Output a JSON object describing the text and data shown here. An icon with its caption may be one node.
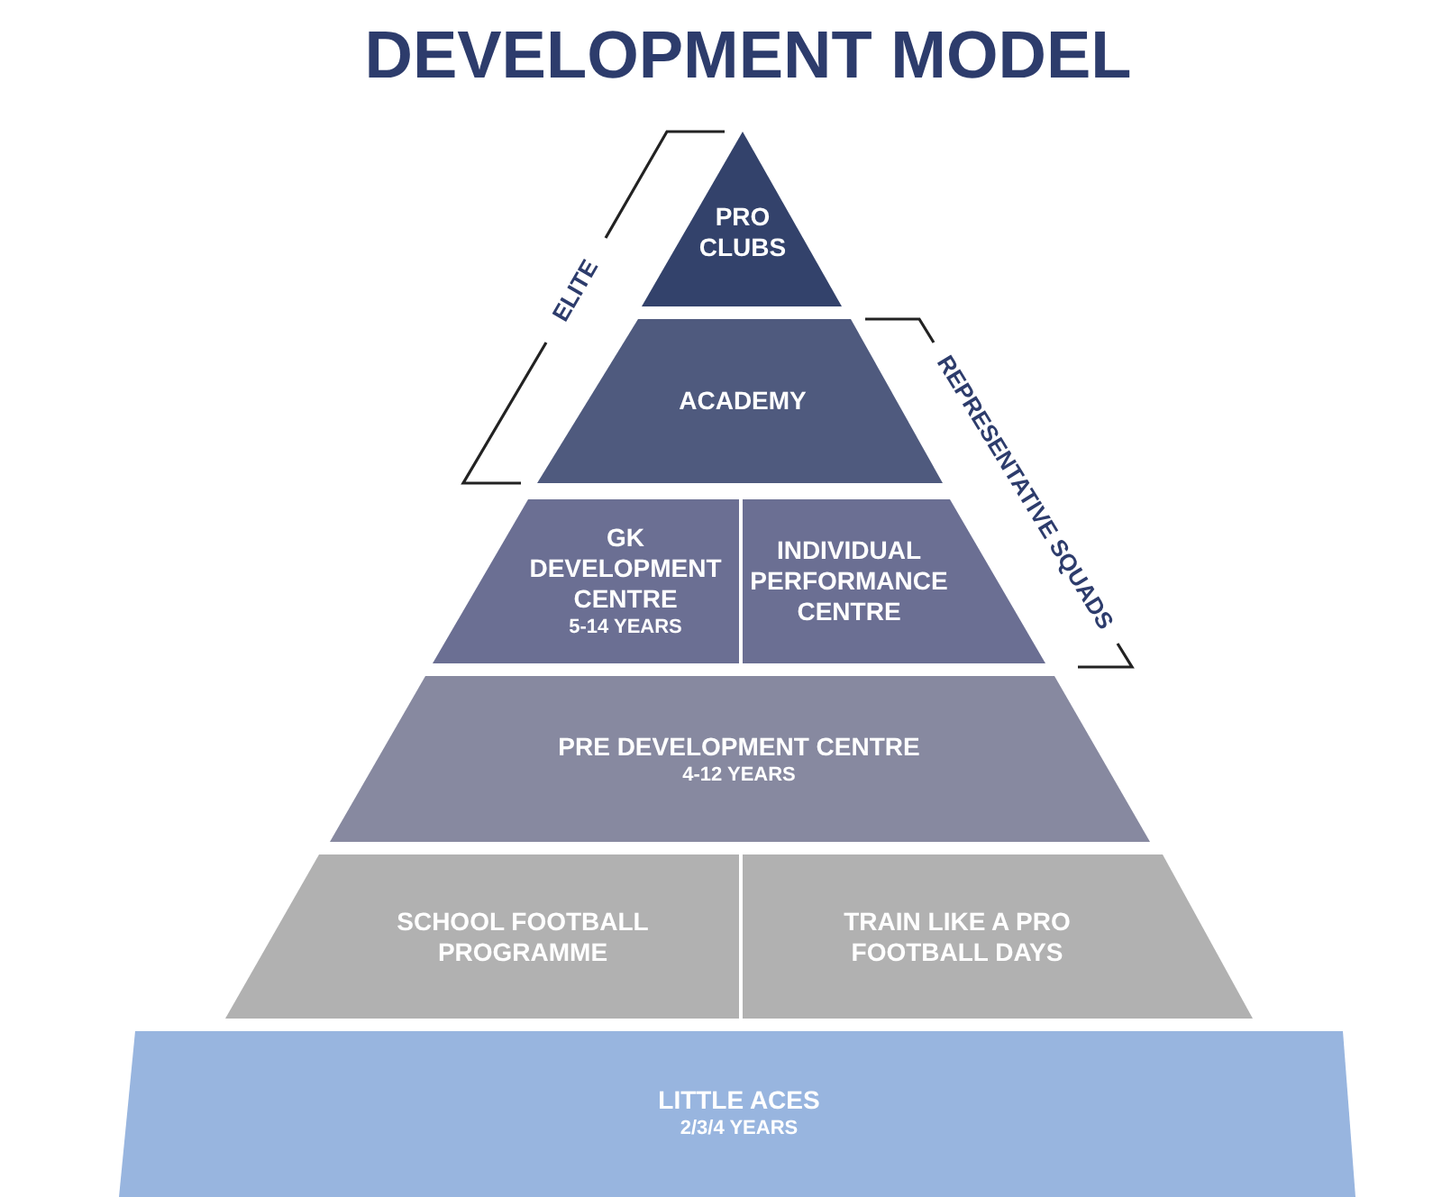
{
  "diagram": {
    "title": "DEVELOPMENT MODEL",
    "nodes": [
      {
        "text": [
          "PRO CLUBS"
        ]
      },
      {
        "text": [
          "ACADEMY"
        ]
      },
      {
        "text": [
          "GK DEVELOPMENT CENTRE",
          "5-14 YEARS"
        ]
      },
      {
        "text": [
          "INDIVIDUAL PERFORMANCE CENTRE"
        ]
      },
      {
        "text": [
          "PRE DEVELOPMENT CENTRE",
          "4-12 YEARS"
        ]
      },
      {
        "text": [
          "SCHOOL FOOTBALL PROGRAMME"
        ]
      },
      {
        "text": [
          "TRAIN LIKE A PRO FOOTBALL DAYS"
        ]
      },
      {
        "text": [
          "LITTLE ACES",
          "2/3/4 YEARS"
        ]
      }
    ],
    "labels": [
      "ELITE",
      "REPRESENTATIVE SQUADS"
    ]
  }
}
